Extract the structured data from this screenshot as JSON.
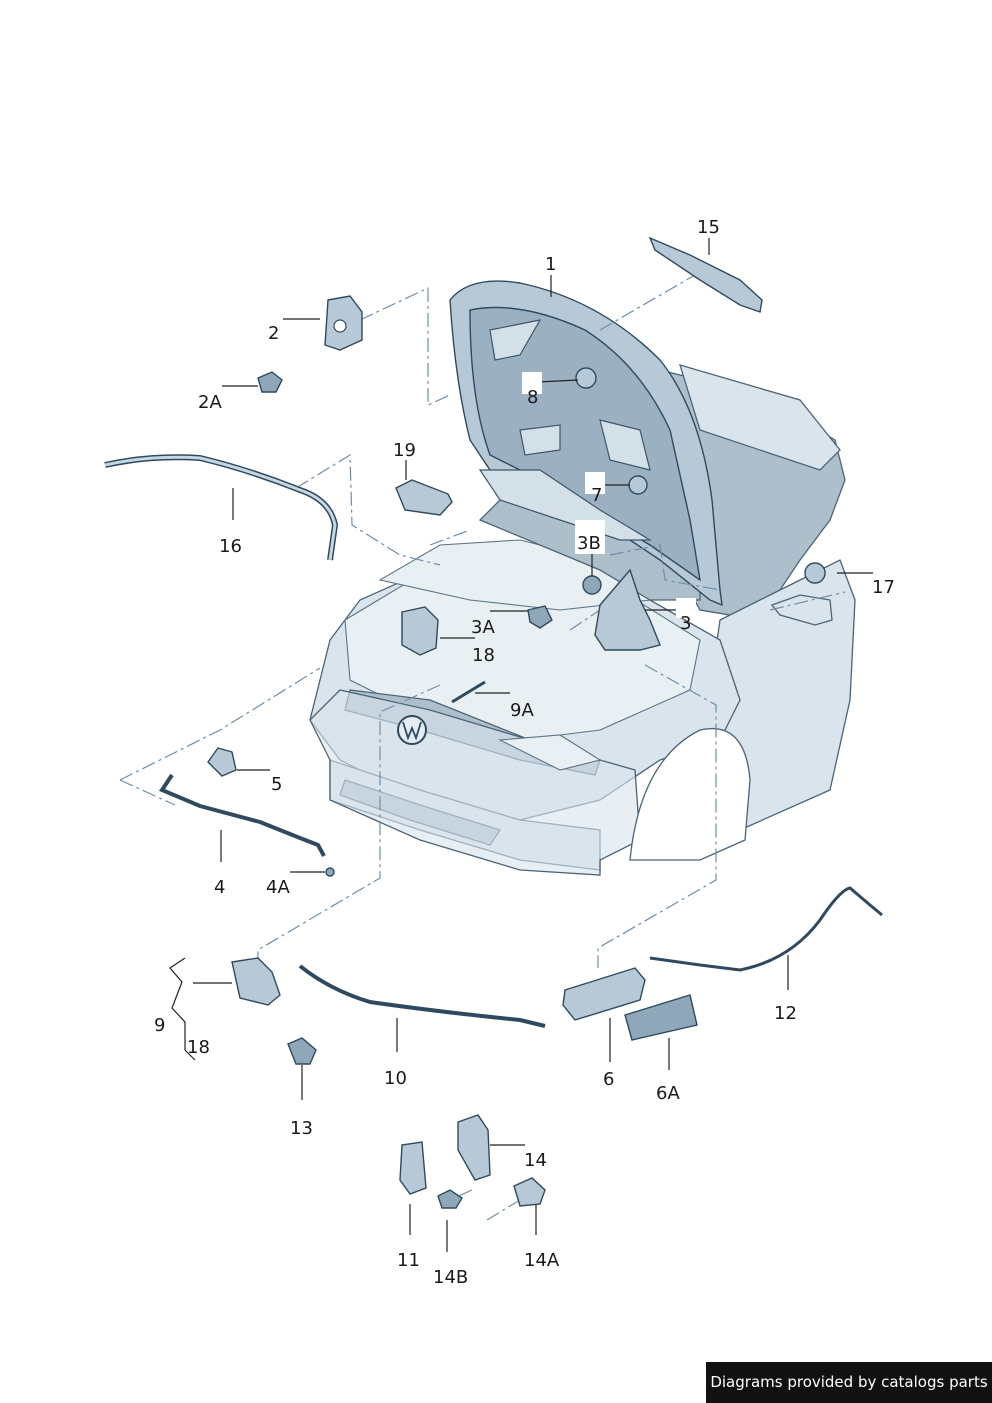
{
  "labels": {
    "p1": "1",
    "p2": "2",
    "p2A": "2A",
    "p3": "3",
    "p3A": "3A",
    "p3B": "3B",
    "p4": "4",
    "p4A": "4A",
    "p5": "5",
    "p6": "6",
    "p6A": "6A",
    "p7": "7",
    "p8": "8",
    "p9": "9",
    "p9A": "9A",
    "p10": "10",
    "p11": "11",
    "p12": "12",
    "p13": "13",
    "p14": "14",
    "p14A": "14A",
    "p14B": "14B",
    "p15": "15",
    "p16": "16",
    "p17": "17",
    "p18a": "18",
    "p18b": "18",
    "p19": "19"
  },
  "credit": "Diagrams provided by catalogs parts"
}
